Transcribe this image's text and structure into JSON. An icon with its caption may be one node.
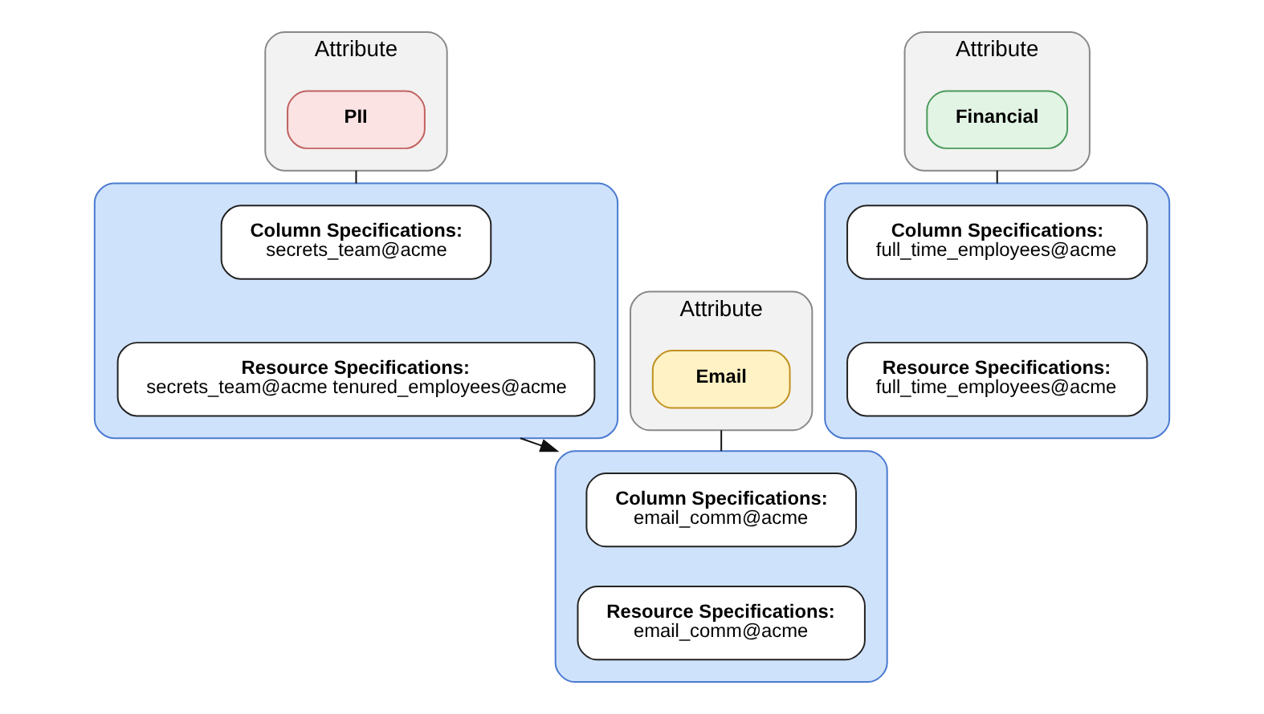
{
  "diagram": {
    "nodes": [
      {
        "text": [
          "Attribute"
        ]
      },
      {
        "text": [
          "PII"
        ],
        "in": 0
      },
      {
        "text": [],
        "shape": "box"
      },
      {
        "text": [
          "Column Specifications:",
          "secrets_team@acme"
        ],
        "in": 2
      },
      {
        "text": [
          "Resource Specifications:",
          "secrets_team@acme tenured_employees@acme"
        ],
        "in": 2
      },
      {
        "text": [
          "Attribute"
        ]
      },
      {
        "text": [
          "Email"
        ],
        "in": 5
      },
      {
        "text": [],
        "shape": "box"
      },
      {
        "text": [
          "Column Specifications:",
          "email_comm@acme"
        ],
        "in": 7
      },
      {
        "text": [
          "Resource Specifications:",
          "email_comm@acme"
        ],
        "in": 7
      },
      {
        "text": [
          "Attribute"
        ]
      },
      {
        "text": [
          "Financial"
        ],
        "in": 10
      },
      {
        "text": [],
        "shape": "box"
      },
      {
        "text": [
          "Column Specifications:",
          "full_time_employees@acme"
        ],
        "in": 12
      },
      {
        "text": [
          "Resource Specifications:",
          "full_time_employees@acme"
        ],
        "in": 12
      }
    ],
    "edges": [
      {
        "from": 0,
        "to": 2,
        "arrow": "none"
      },
      {
        "from": 2,
        "to": 7,
        "arrow": "to"
      },
      {
        "from": 5,
        "to": 7,
        "arrow": "none"
      },
      {
        "from": 10,
        "to": 12,
        "arrow": "none"
      }
    ]
  }
}
